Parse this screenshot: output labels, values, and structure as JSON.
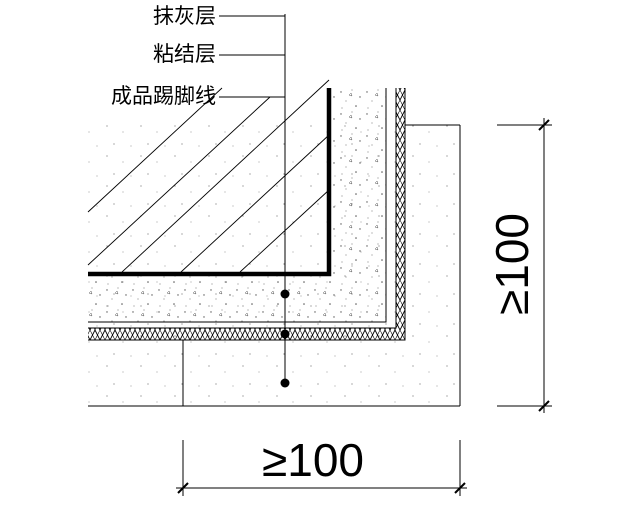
{
  "callouts": {
    "plaster_layer": "抹灰层",
    "bonding_layer": "粘结层",
    "finished_skirting": "成品踢脚线"
  },
  "dimensions": {
    "horizontal": "≥100",
    "vertical": "≥100"
  },
  "colors": {
    "line": "#000000",
    "background": "#ffffff",
    "stipple": "#555555"
  }
}
